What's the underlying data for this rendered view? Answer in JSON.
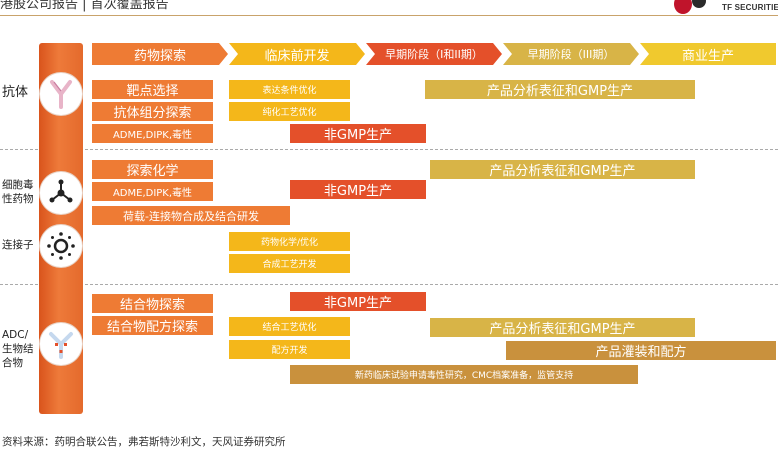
{
  "header": {
    "title": "港股公司报告 | 首次覆盖报告",
    "logo_text": "TF SECURITIES"
  },
  "stages": [
    "药物探索",
    "临床前开发",
    "早期阶段（I和II期）",
    "早期阶段（III期）",
    "商业生产"
  ],
  "categories": {
    "antibody": "抗体",
    "cytotoxic": "细胞毒性药物",
    "linker": "连接子",
    "adc": "ADC/生物结合物"
  },
  "tasks": {
    "target_selection": "靶点选择",
    "antibody_component": "抗体组分探索",
    "adme_1": "ADME,DIPK,毒性",
    "expression_opt": "表达条件优化",
    "purification_opt": "纯化工艺优化",
    "non_gmp_1": "非GMP生产",
    "analysis_gmp_1": "产品分析表征和GMP生产",
    "explore_chem": "探索化学",
    "adme_2": "ADME,DIPK,毒性",
    "payload_linker": "荷载-连接物合成及结合研发",
    "non_gmp_2": "非GMP生产",
    "analysis_gmp_2": "产品分析表征和GMP生产",
    "med_chem": "药物化学/优化",
    "synth_dev": "合成工艺开发",
    "conj_explore": "结合物探索",
    "conj_formula": "结合物配方探索",
    "non_gmp_3": "非GMP生产",
    "conj_process_opt": "结合工艺优化",
    "formula_dev": "配方开发",
    "analysis_gmp_3": "产品分析表征和GMP生产",
    "fill_formula": "产品灌装和配方",
    "ind_support": "新药临床试验申请毒性研究，CMC档案准备，监管支持"
  },
  "source": "资料来源：药明合联公告，弗若斯特沙利文，天风证券研究所",
  "colors": {
    "orange": "#ee7b34",
    "yellow": "#f4b71a",
    "red": "#e4502a",
    "gold": "#d8b447",
    "brown": "#c9913d",
    "bar": "#e46a2c"
  },
  "icons": [
    "antibody-icon",
    "molecule-icon",
    "linker-icon",
    "adc-icon"
  ]
}
